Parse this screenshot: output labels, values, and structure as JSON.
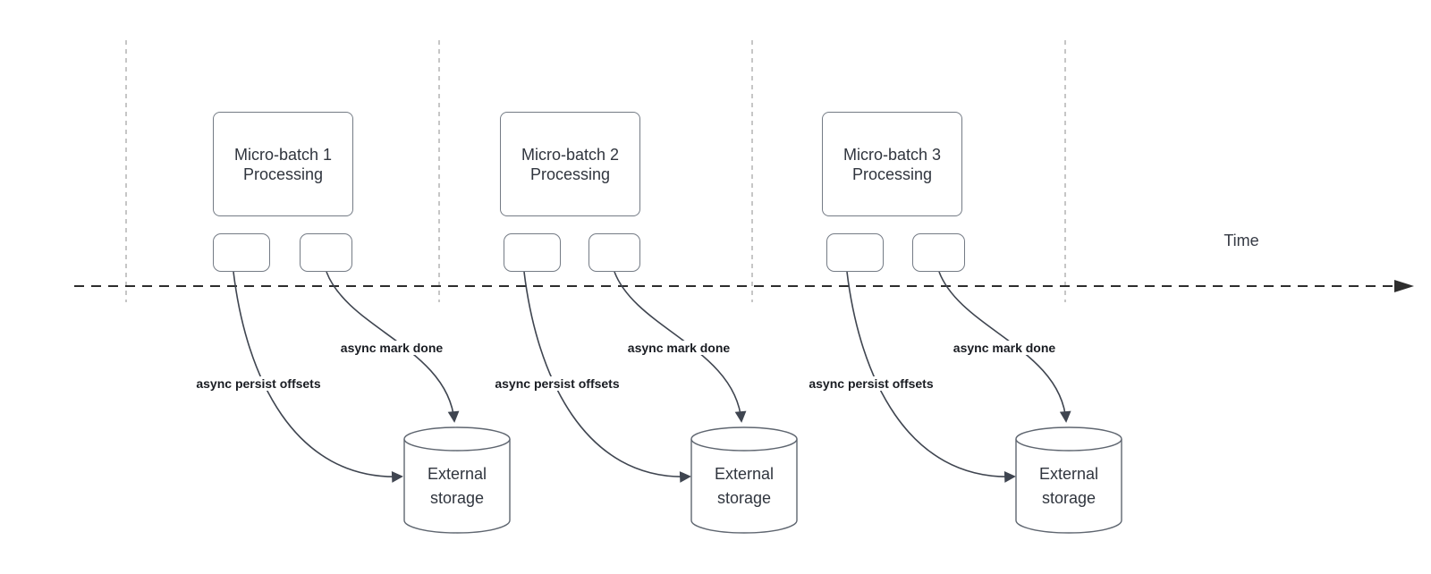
{
  "diagram": {
    "time_axis_label": "Time",
    "groups": [
      {
        "title_line1": "Micro-batch 1",
        "title_line2": "Processing",
        "persist_arrow_label": "async persist offsets",
        "done_arrow_label": "async mark done",
        "storage_line1": "External",
        "storage_line2": "storage"
      },
      {
        "title_line1": "Micro-batch 2",
        "title_line2": "Processing",
        "persist_arrow_label": "async persist offsets",
        "done_arrow_label": "async mark done",
        "storage_line1": "External",
        "storage_line2": "storage"
      },
      {
        "title_line1": "Micro-batch 3",
        "title_line2": "Processing",
        "persist_arrow_label": "async persist offsets",
        "done_arrow_label": "async mark done",
        "storage_line1": "External",
        "storage_line2": "storage"
      }
    ]
  },
  "colors": {
    "timeline": "#2d2d2d",
    "divider": "#a8a8a8",
    "arrow": "#3f4550",
    "shape_border": "#747b85",
    "text": "#30353e"
  }
}
